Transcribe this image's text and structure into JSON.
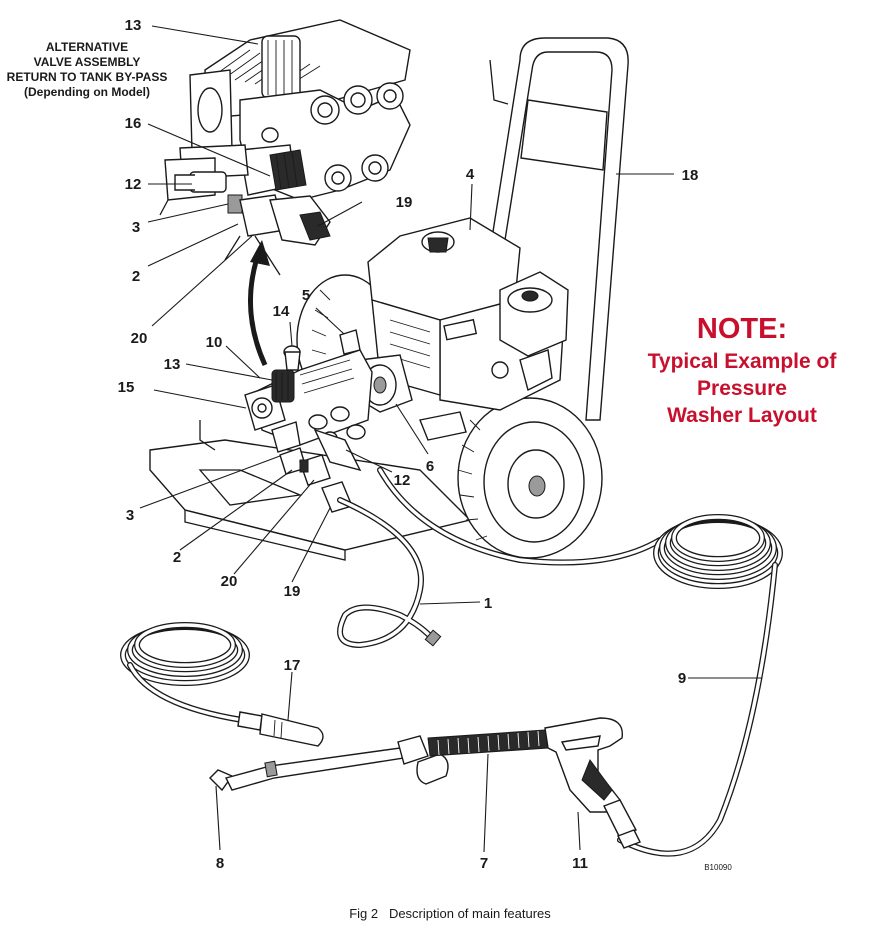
{
  "diagram": {
    "alt_note": [
      "ALTERNATIVE",
      "VALVE ASSEMBLY",
      "RETURN TO TANK BY-PASS",
      "(Depending on Model)"
    ],
    "note_title": "NOTE:",
    "note_body": [
      "Typical Example of",
      "Pressure",
      "Washer Layout"
    ],
    "reference_code": "B10090",
    "caption": "Fig 2   Description of main features",
    "callouts": {
      "c13_top": "13",
      "c16": "16",
      "c12_top": "12",
      "c3_top": "3",
      "c2_top": "2",
      "c19_top": "19",
      "c20_top": "20",
      "c4": "4",
      "c18": "18",
      "c5": "5",
      "c14": "14",
      "c10": "10",
      "c13_mid": "13",
      "c15": "15",
      "c6": "6",
      "c12_mid": "12",
      "c3_mid": "3",
      "c2_mid": "2",
      "c20_mid": "20",
      "c19_mid": "19",
      "c1": "1",
      "c17": "17",
      "c9": "9",
      "c8": "8",
      "c7": "7",
      "c11": "11"
    },
    "colors": {
      "note": "#c8102e",
      "ink": "#1a1a1a"
    }
  }
}
